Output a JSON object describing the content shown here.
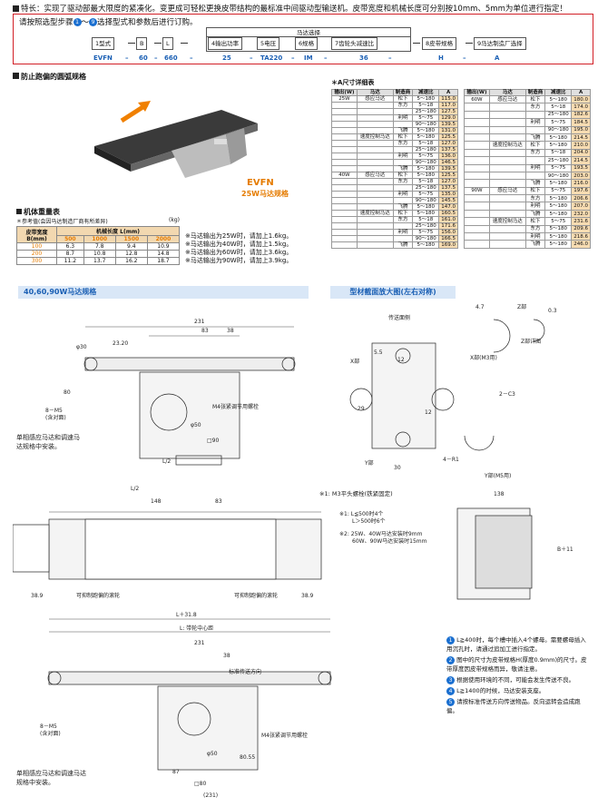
{
  "feature": "特长：实现了驱动部最大限度的紧凑化。变更成可轻松更换皮带结构的最标准中间驱动型输送机。皮带宽度和机械长度可分别按10mm、5mm为单位进行指定！",
  "order": {
    "instruction_pre": "请按照选型步骤",
    "instruction_post": "选择型式和参数后进行订购。",
    "steps": [
      "1型式",
      "B",
      "L",
      "4输出功率",
      "5电压",
      "6规格",
      "7齿轮头减速比",
      "8皮带规格",
      "9马达制造厂选择"
    ],
    "motor_group_label": "马达选择",
    "example": [
      "EVFN",
      "60",
      "660",
      "25",
      "TA220",
      "IM",
      "36",
      "H",
      "A"
    ]
  },
  "left": {
    "title": "防止跑偏的圆弧规格",
    "product": "EVFN",
    "product_sub": "25W马达规格"
  },
  "weight_table": {
    "title": "机体重量表",
    "note": "＊参考值(会因马达制造厂商有所差异)",
    "unit": "(kg)",
    "header_width": "皮带宽度 B(mm)",
    "header_length": "机械长度 L(mm)",
    "lengths": [
      "500",
      "1000",
      "1500",
      "2000"
    ],
    "rows": [
      {
        "b": "100",
        "vals": [
          "6.3",
          "7.8",
          "9.4",
          "10.9"
        ]
      },
      {
        "b": "200",
        "vals": [
          "8.7",
          "10.8",
          "12.8",
          "14.8"
        ]
      },
      {
        "b": "300",
        "vals": [
          "11.2",
          "13.7",
          "16.2",
          "18.7"
        ]
      }
    ],
    "notes": [
      "※马达输出为25W时，请加上1.6kg。",
      "※马达输出为40W时，请加上1.5kg。",
      "※马达输出为60W时，请加上3.6kg。",
      "※马达输出为90W时，请加上3.9kg。"
    ]
  },
  "spec": {
    "title": "＊A尺寸详细表",
    "headers": [
      "输出(W)",
      "马达",
      "制造商",
      "减速比",
      "A"
    ],
    "left_rows": [
      {
        "w": "25W",
        "motor": "感应马达",
        "maker": "松下",
        "ratio": "5～180",
        "a": "115.0"
      },
      {
        "w": "",
        "motor": "",
        "maker": "东方",
        "ratio": "5～18",
        "a": "117.0"
      },
      {
        "w": "",
        "motor": "",
        "maker": "",
        "ratio": "25～180",
        "a": "127.5"
      },
      {
        "w": "",
        "motor": "",
        "maker": "利明",
        "ratio": "5～75",
        "a": "129.0"
      },
      {
        "w": "",
        "motor": "",
        "maker": "",
        "ratio": "90～180",
        "a": "139.5"
      },
      {
        "w": "",
        "motor": "",
        "maker": "飞腾",
        "ratio": "5～180",
        "a": "131.0"
      },
      {
        "w": "",
        "motor": "速度控制马达",
        "maker": "松下",
        "ratio": "5～180",
        "a": "125.5"
      },
      {
        "w": "",
        "motor": "",
        "maker": "东方",
        "ratio": "5～18",
        "a": "127.0"
      },
      {
        "w": "",
        "motor": "",
        "maker": "",
        "ratio": "25～180",
        "a": "137.5"
      },
      {
        "w": "",
        "motor": "",
        "maker": "利明",
        "ratio": "5～75",
        "a": "136.0"
      },
      {
        "w": "",
        "motor": "",
        "maker": "",
        "ratio": "90～180",
        "a": "146.5"
      },
      {
        "w": "",
        "motor": "",
        "maker": "飞腾",
        "ratio": "5～180",
        "a": "139.5"
      },
      {
        "w": "40W",
        "motor": "感应马达",
        "maker": "松下",
        "ratio": "5～180",
        "a": "125.5"
      },
      {
        "w": "",
        "motor": "",
        "maker": "东方",
        "ratio": "5～18",
        "a": "127.0"
      },
      {
        "w": "",
        "motor": "",
        "maker": "",
        "ratio": "25～180",
        "a": "137.5"
      },
      {
        "w": "",
        "motor": "",
        "maker": "利明",
        "ratio": "5～75",
        "a": "135.0"
      },
      {
        "w": "",
        "motor": "",
        "maker": "",
        "ratio": "90～180",
        "a": "145.5"
      },
      {
        "w": "",
        "motor": "",
        "maker": "飞腾",
        "ratio": "5～180",
        "a": "147.0"
      },
      {
        "w": "",
        "motor": "速度控制马达",
        "maker": "松下",
        "ratio": "5～180",
        "a": "160.5"
      },
      {
        "w": "",
        "motor": "",
        "maker": "东方",
        "ratio": "5～18",
        "a": "161.0"
      },
      {
        "w": "",
        "motor": "",
        "maker": "",
        "ratio": "25～180",
        "a": "171.6"
      },
      {
        "w": "",
        "motor": "",
        "maker": "利明",
        "ratio": "5～75",
        "a": "156.0"
      },
      {
        "w": "",
        "motor": "",
        "maker": "",
        "ratio": "90～180",
        "a": "166.5"
      },
      {
        "w": "",
        "motor": "",
        "maker": "飞腾",
        "ratio": "5～180",
        "a": "169.0"
      }
    ],
    "right_rows": [
      {
        "w": "60W",
        "motor": "感应马达",
        "maker": "松下",
        "ratio": "5～180",
        "a": "180.0"
      },
      {
        "w": "",
        "motor": "",
        "maker": "东方",
        "ratio": "5～18",
        "a": "174.0"
      },
      {
        "w": "",
        "motor": "",
        "maker": "",
        "ratio": "25～180",
        "a": "182.6"
      },
      {
        "w": "",
        "motor": "",
        "maker": "利明",
        "ratio": "5～75",
        "a": "184.5"
      },
      {
        "w": "",
        "motor": "",
        "maker": "",
        "ratio": "90～180",
        "a": "195.0"
      },
      {
        "w": "",
        "motor": "",
        "maker": "飞腾",
        "ratio": "5～180",
        "a": "214.5"
      },
      {
        "w": "",
        "motor": "速度控制马达",
        "maker": "松下",
        "ratio": "5～180",
        "a": "210.0"
      },
      {
        "w": "",
        "motor": "",
        "maker": "东方",
        "ratio": "5～18",
        "a": "204.0"
      },
      {
        "w": "",
        "motor": "",
        "maker": "",
        "ratio": "25～180",
        "a": "214.5"
      },
      {
        "w": "",
        "motor": "",
        "maker": "利明",
        "ratio": "5～75",
        "a": "193.5"
      },
      {
        "w": "",
        "motor": "",
        "maker": "",
        "ratio": "90～180",
        "a": "203.0"
      },
      {
        "w": "",
        "motor": "",
        "maker": "飞腾",
        "ratio": "5～180",
        "a": "216.0"
      },
      {
        "w": "90W",
        "motor": "感应马达",
        "maker": "松下",
        "ratio": "5～75",
        "a": "197.6"
      },
      {
        "w": "",
        "motor": "",
        "maker": "东方",
        "ratio": "5～180",
        "a": "206.6"
      },
      {
        "w": "",
        "motor": "",
        "maker": "利明",
        "ratio": "5～180",
        "a": "207.0"
      },
      {
        "w": "",
        "motor": "",
        "maker": "飞腾",
        "ratio": "5～180",
        "a": "232.0"
      },
      {
        "w": "",
        "motor": "速度控制马达",
        "maker": "松下",
        "ratio": "5～75",
        "a": "231.6"
      },
      {
        "w": "",
        "motor": "",
        "maker": "东方",
        "ratio": "5～180",
        "a": "209.6"
      },
      {
        "w": "",
        "motor": "",
        "maker": "利明",
        "ratio": "5～180",
        "a": "218.6"
      },
      {
        "w": "",
        "motor": "",
        "maker": "飞腾",
        "ratio": "5～180",
        "a": "246.0"
      }
    ]
  },
  "drawing": {
    "header_left": "40,60,90W马达规格",
    "header_right": "型材截面放大图(左右对称)",
    "note_single": "单相感应马达和调速马达规格中安装。",
    "note_m3": "※1: M3平头螺栓(铁紧固定)",
    "note_l": [
      "※1: L≦500时4个",
      "L＞500时6个"
    ],
    "note_2": [
      "※2: 25W、40W马达安装时9mm",
      "60W、90W马达安装时15mm"
    ],
    "note_m4": "M4张紧调节用螺栓",
    "belt_dir": "传送面侧",
    "std_dir": "标准传送方向",
    "pulley_center": "L: 带轮中心距",
    "bottom_notes": [
      "L≧400时，每个槽中插入4个螺母。需要螺母插入用沉孔时，请通过追加工进行指定。",
      "图中的尺寸为皮带规格H(厚度0.9mm)的尺寸。皮带厚度因皮带规格而异，敬请注意。",
      "根据使用环境的不同，可能会发生传送不良。",
      "L≧1400的时候，马达安装支座。",
      "请按标准传送方向传送物品。反向运转会造成跑偏。"
    ]
  }
}
